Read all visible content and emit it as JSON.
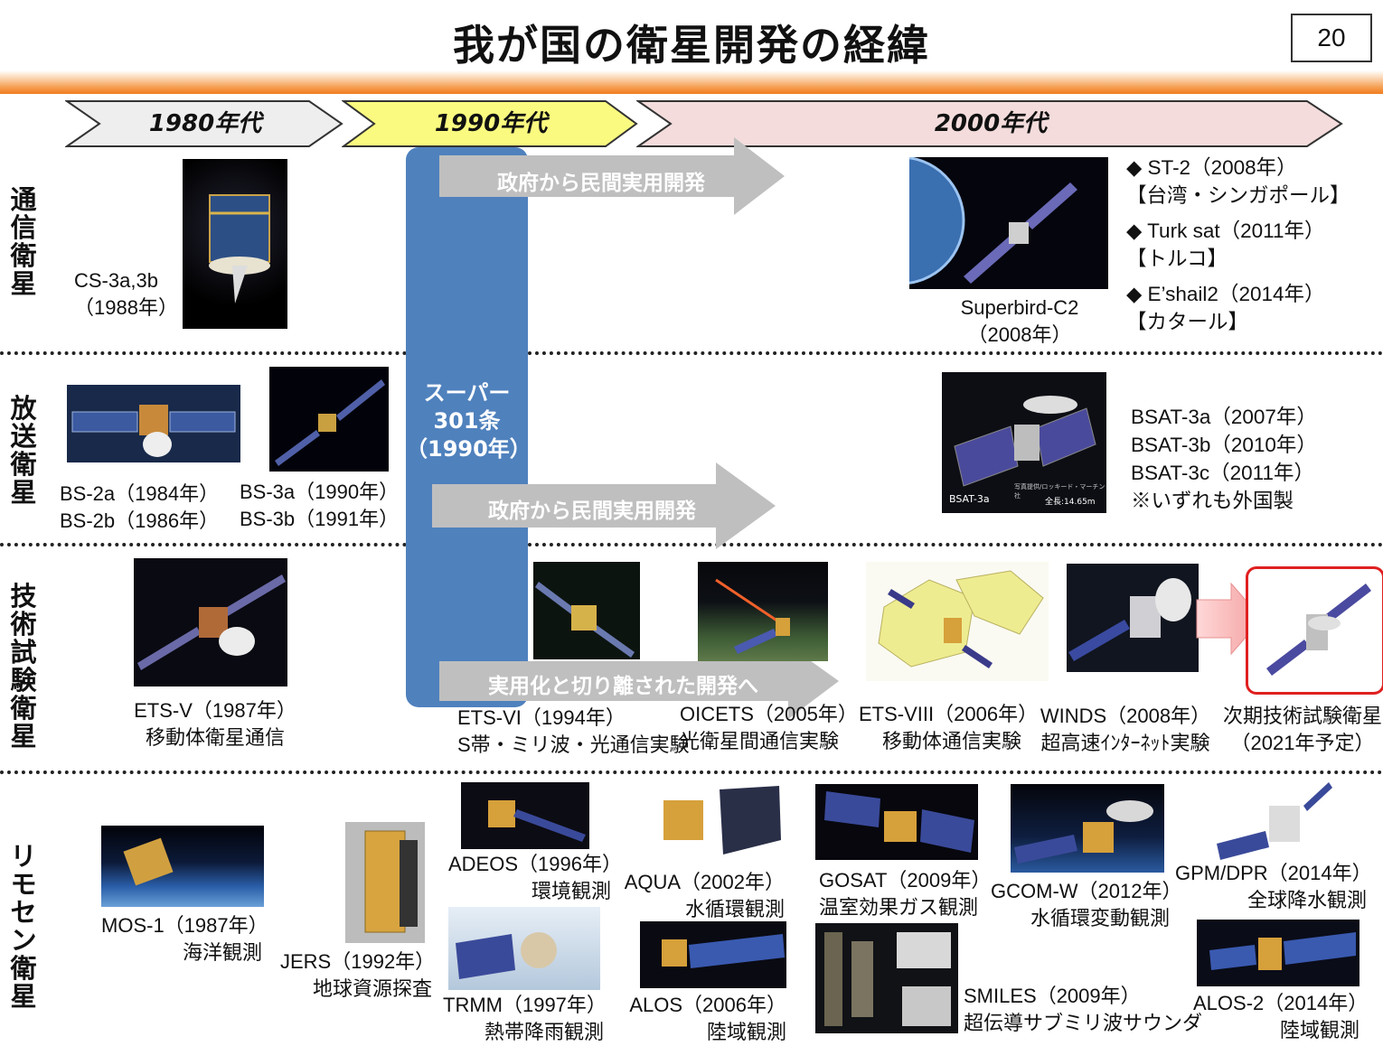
{
  "page": {
    "title": "我が国の衛星開発の経緯",
    "number": "20"
  },
  "eras": [
    "1980年代",
    "1990年代",
    "2000年代"
  ],
  "rows": {
    "comm": "通信衛星",
    "broadcast": "放送衛星",
    "tech": "技術試験衛星",
    "remote": "リモセン衛星"
  },
  "arrows": {
    "comm": "政府から民間実用開発",
    "broadcast": "政府から民間実用開発",
    "tech": "実用化と切り離された開発へ"
  },
  "super301": [
    "スーパー",
    "301条",
    "（1990年）"
  ],
  "comm": {
    "cs3": [
      "CS-3a,3b",
      "（1988年）"
    ],
    "superbird": [
      "Superbird-C2",
      "（2008年）"
    ],
    "list": [
      "◆ ST-2（2008年）",
      "【台湾・シンガポール】",
      "◆ Turk sat（2011年）",
      "【トルコ】",
      "◆ E’shail2（2014年）",
      "【カタール】"
    ]
  },
  "broadcast": {
    "bs2": [
      "BS-2a（1984年）",
      "BS-2b（1986年）"
    ],
    "bs3": [
      "BS-3a（1990年）",
      "BS-3b（1991年）"
    ],
    "bsat_photo_labels": [
      "BSAT-3a",
      "全長:14.65m",
      "写真提供/ロッキード・マーチン社"
    ],
    "bsat": [
      "BSAT-3a（2007年）",
      "BSAT-3b（2010年）",
      "BSAT-3c（2011年）",
      "※いずれも外国製"
    ]
  },
  "tech": {
    "ets5": [
      "ETS-V（1987年）",
      "移動体衛星通信"
    ],
    "ets6": [
      "ETS-VI（1994年）",
      "S帯・ミリ波・光通信実験"
    ],
    "oicets": [
      "OICETS（2005年）",
      "光衛星間通信実験"
    ],
    "ets8": [
      "ETS-VIII（2006年）",
      "移動体通信実験"
    ],
    "winds": [
      "WINDS（2008年）",
      "超高速ｲﾝﾀｰﾈｯﾄ実験"
    ],
    "next": [
      "次期技術試験衛星",
      "（2021年予定）"
    ]
  },
  "remote": {
    "mos1": [
      "MOS-1（1987年）",
      "海洋観測"
    ],
    "jers": [
      "JERS（1992年）",
      "地球資源探査"
    ],
    "adeos": [
      "ADEOS（1996年）",
      "環境観測"
    ],
    "trmm": [
      "TRMM（1997年）",
      "熱帯降雨観測"
    ],
    "aqua": [
      "AQUA（2002年）",
      "水循環観測"
    ],
    "alos": [
      "ALOS（2006年）",
      "陸域観測"
    ],
    "gosat": [
      "GOSAT（2009年）",
      "温室効果ガス観測"
    ],
    "smiles": [
      "SMILES（2009年）",
      "超伝導サブミリ波サウンダ"
    ],
    "gcomw": [
      "GCOM-W（2012年）",
      "水循環変動観測"
    ],
    "gpm": [
      "GPM/DPR（2014年）",
      "全球降水観測"
    ],
    "alos2": [
      "ALOS-2（2014年）",
      "陸域観測"
    ]
  },
  "colors": {
    "era1980": "#eeeeee",
    "era1990": "#fafa80",
    "era2000": "#f4dcdc",
    "super301": "#4f81bd",
    "arrow_gray": "#bfbfbf",
    "highlight_red": "#e02020",
    "orange_bar": "#f07d1f"
  }
}
